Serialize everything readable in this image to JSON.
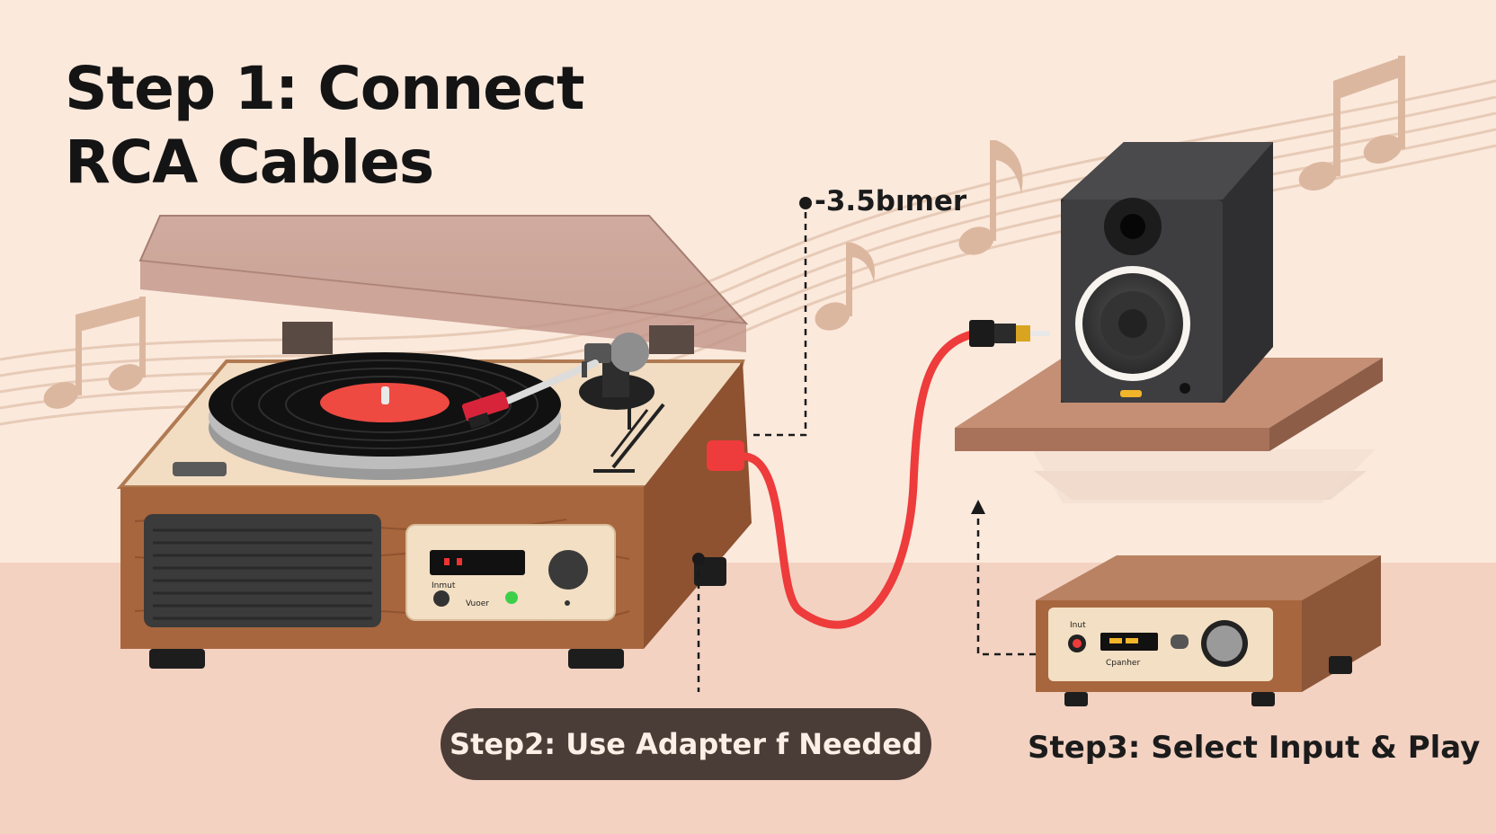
{
  "title": {
    "line1": "Step 1: Connect",
    "line2": "RCA Cables"
  },
  "cable_label": "-3.5bımer",
  "step2_label": "Step2: Use Adapter f Needed",
  "step3_label": "Step3: Select Input & Play",
  "turntable_panel": {
    "left_label": "Inmut",
    "bottom_label": "Vuoer"
  },
  "receiver_panel": {
    "left_label": "Inut",
    "center_label": "Cpanher"
  },
  "colors": {
    "background": "#fbe9dc",
    "floor": "#f3d2c2",
    "wood": "#a8663e",
    "cable_red": "#ee3b3b",
    "speaker_body": "#3e3e40",
    "label_pill": "#4a3c36"
  },
  "icons": [
    "music-note-icon",
    "turntable",
    "record",
    "speaker",
    "receiver",
    "rca-plug",
    "arrow-up-icon"
  ]
}
